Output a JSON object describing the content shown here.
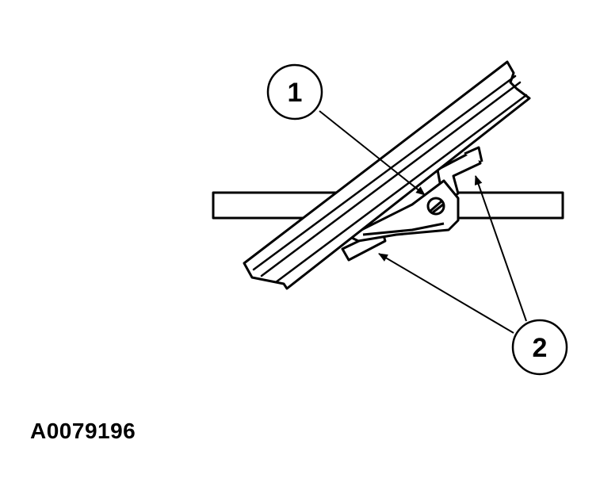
{
  "callouts": {
    "one": "1",
    "two": "2"
  },
  "figure_code": "A0079196"
}
